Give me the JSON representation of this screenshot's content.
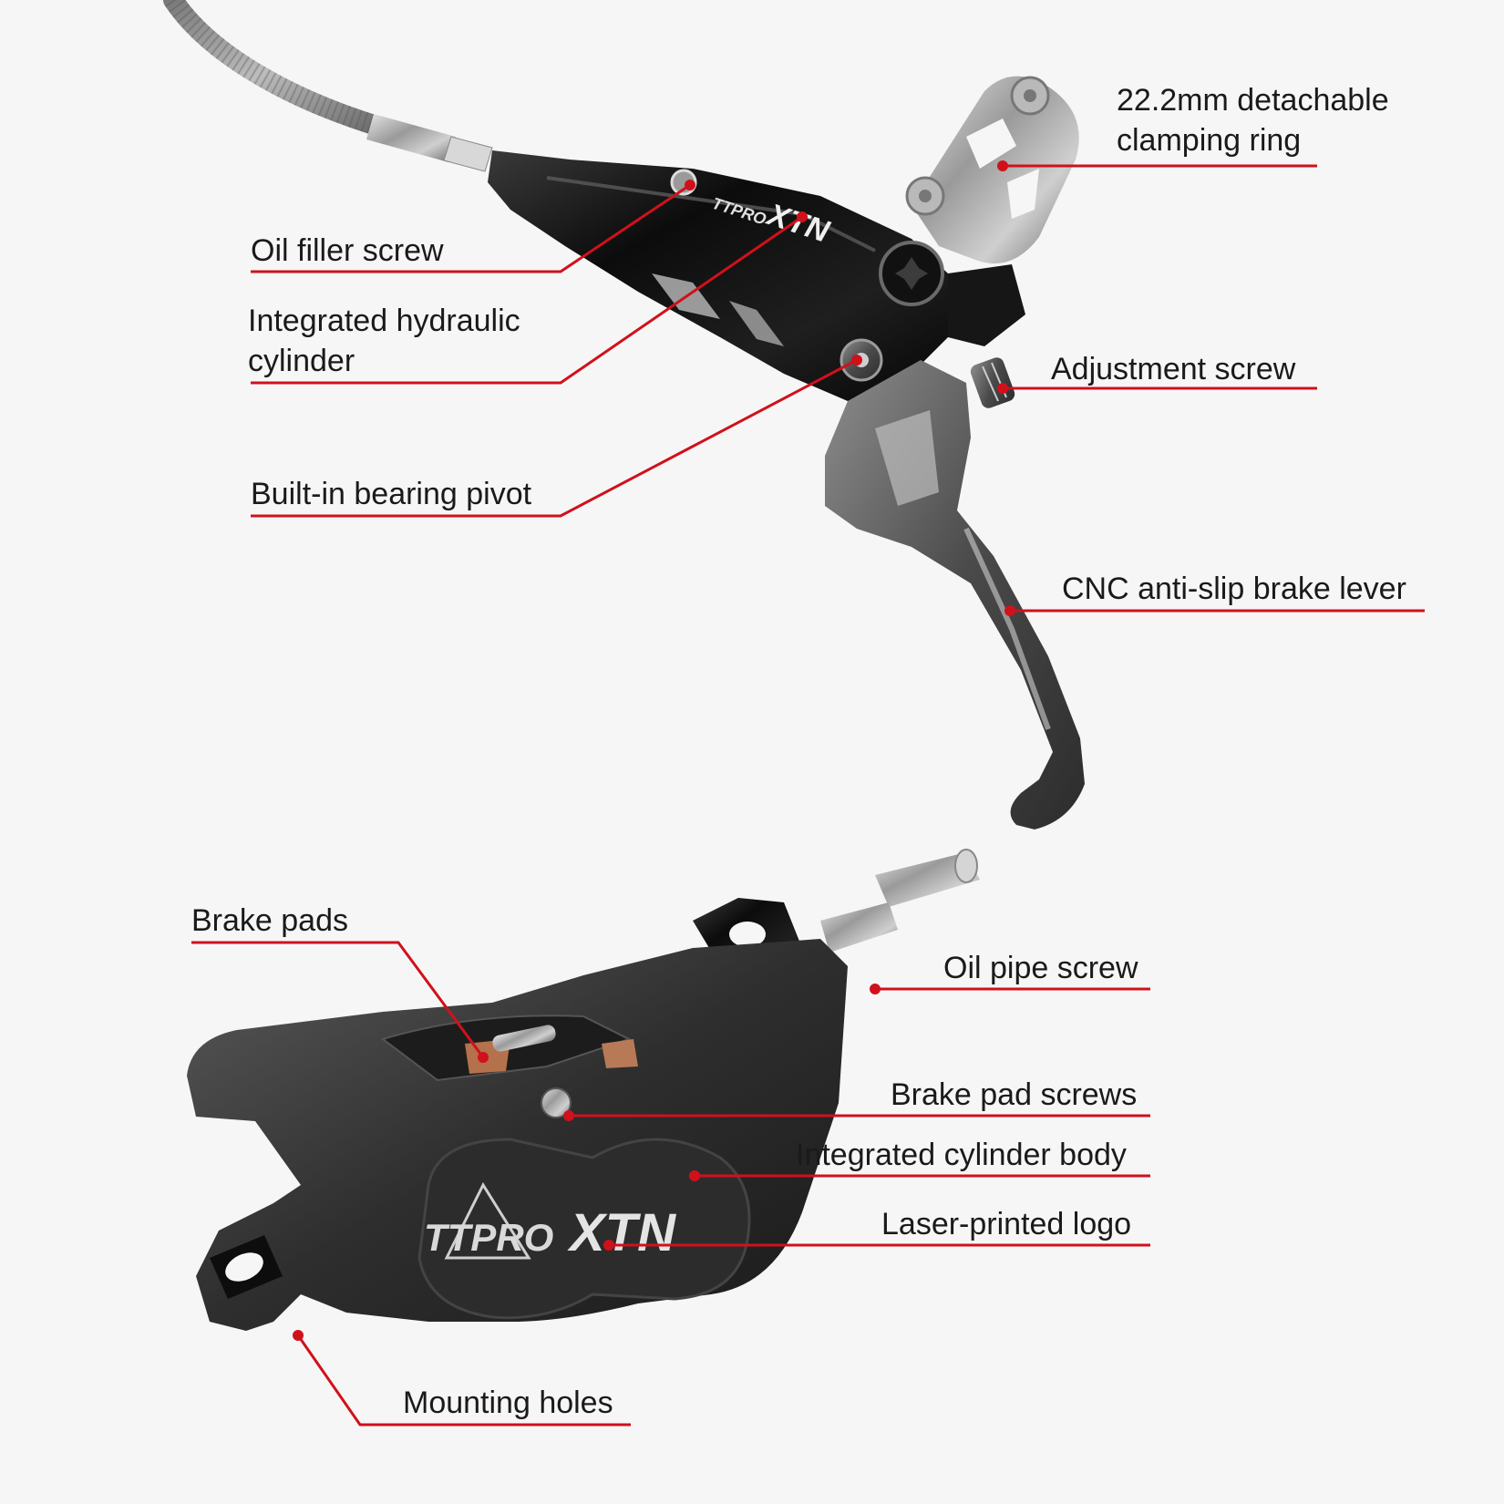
{
  "colors": {
    "accent": "#d0111b",
    "background": "#f6f6f6",
    "text": "#1a1a1a"
  },
  "brand": {
    "logo_text": "TTPRO",
    "model_text": "XTN"
  },
  "labels": {
    "clamping_ring": [
      "22.2mm detachable",
      "clamping ring"
    ],
    "oil_filler_screw": "Oil filler screw",
    "hydraulic_cylinder": [
      "Integrated hydraulic",
      "cylinder"
    ],
    "adjustment_screw": "Adjustment screw",
    "bearing_pivot": "Built-in bearing pivot",
    "brake_lever": "CNC anti-slip brake lever",
    "brake_pads": "Brake pads",
    "oil_pipe_screw": "Oil pipe screw",
    "brake_pad_screws": "Brake pad screws",
    "cylinder_body": "Integrated cylinder body",
    "laser_logo": "Laser-printed logo",
    "mounting_holes": "Mounting holes"
  }
}
